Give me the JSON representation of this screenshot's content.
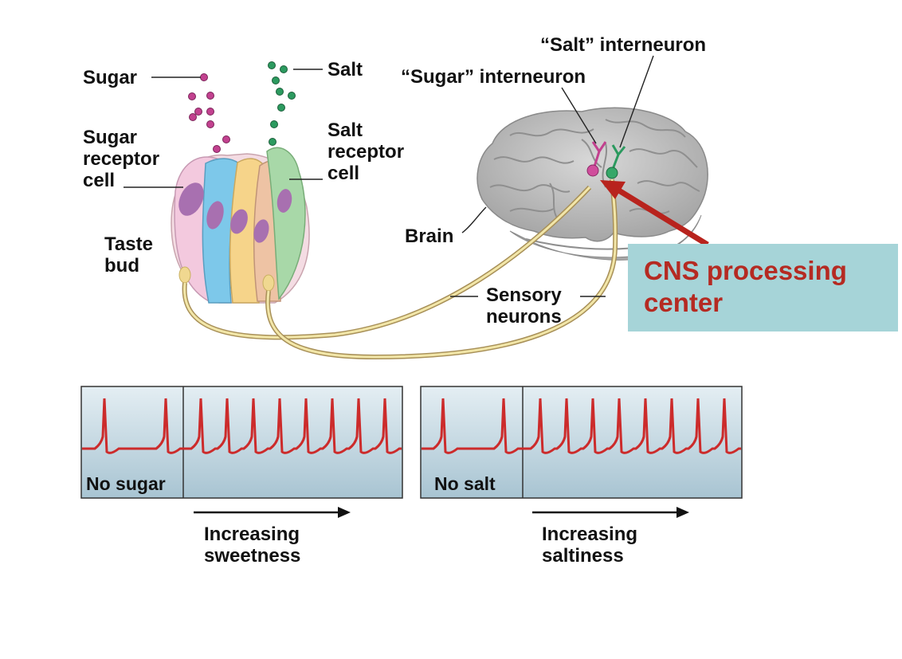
{
  "labels": {
    "sugar": "Sugar",
    "salt": "Salt",
    "sugar_receptor_cell": "Sugar\nreceptor\ncell",
    "salt_receptor_cell": "Salt\nreceptor\ncell",
    "taste_bud": "Taste\nbud",
    "brain": "Brain",
    "salt_interneuron": "“Salt” interneuron",
    "sugar_interneuron": "“Sugar” interneuron",
    "sensory_neurons": "Sensory\nneurons",
    "cns_processing_center": "CNS processing\ncenter"
  },
  "panels": [
    {
      "baseline_label": "No sugar",
      "stimulus_label": "Increasing\nsweetness"
    },
    {
      "baseline_label": "No salt",
      "stimulus_label": "Increasing\nsaltiness"
    }
  ],
  "colors": {
    "sugar": "#c2418f",
    "salt": "#2c9a5f",
    "trace": "#cc2b2b",
    "callout_box": "#a6d4d8",
    "callout_text": "#b52a22",
    "arrow": "#b8231d"
  }
}
